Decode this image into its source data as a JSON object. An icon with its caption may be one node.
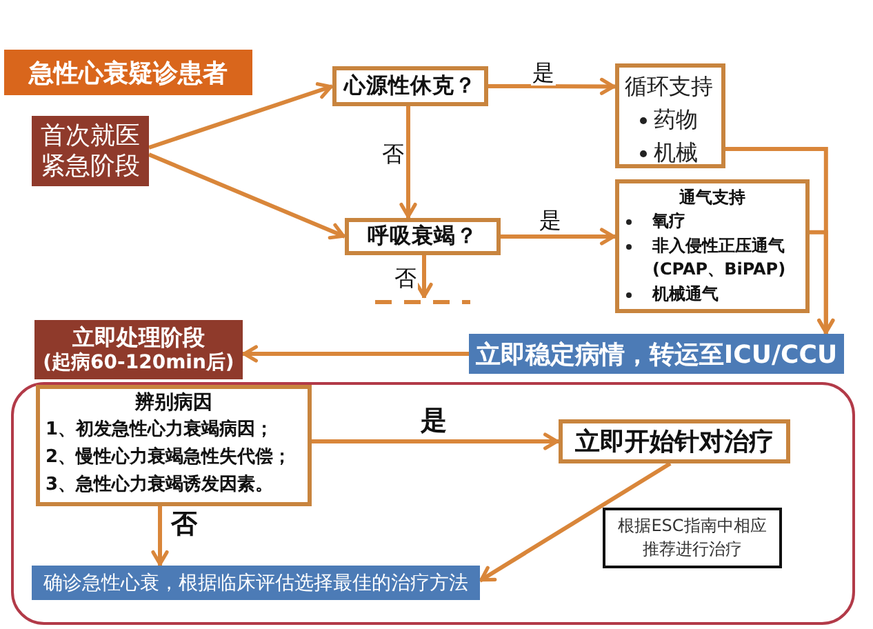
{
  "diagram": {
    "nodes": [
      {
        "text": [
          "急性心衰疑诊患者"
        ]
      },
      {
        "text": [
          "首次就医紧急阶段"
        ]
      },
      {
        "text": [
          "心源性休克？"
        ]
      },
      {
        "text": [
          "循环支持",
          "药物",
          "机械"
        ]
      },
      {
        "text": [
          "呼吸衰竭？"
        ]
      },
      {
        "text": [
          "通气支持",
          "氧疗",
          "非入侵性正压通气(CPAP、BiPAP)",
          "机械通气"
        ]
      },
      {
        "text": [
          "立即稳定病情，转运至ICU/CCU"
        ]
      },
      {
        "text": [
          "立即处理阶段",
          "(起病60-120min后)"
        ]
      },
      {
        "text": [],
        "shape": "box"
      },
      {
        "text": [
          "辨别病因",
          "1、初发急性心力衰竭病因；",
          "2、慢性心力衰竭急性失代偿；",
          "3、急性心力衰竭诱发因素。"
        ],
        "in": 8
      },
      {
        "text": [
          "立即开始针对治疗"
        ],
        "in": 8
      },
      {
        "text": [
          "根据ESC指南中相应推荐进行治疗"
        ],
        "in": 8
      },
      {
        "text": [
          "确诊急性心衰，根据临床评估选择最佳的治疗方法"
        ],
        "in": 8
      }
    ],
    "edges": [
      {
        "from": 1,
        "to": 2,
        "arrow": "to"
      },
      {
        "from": 1,
        "to": 4,
        "arrow": "to"
      },
      {
        "from": 2,
        "to": 3,
        "arrow": "to",
        "label": "是"
      },
      {
        "from": 2,
        "to": 4,
        "arrow": "to",
        "label": "否"
      },
      {
        "from": 4,
        "to": 5,
        "arrow": "to",
        "label": "是"
      },
      {
        "from": 4,
        "to": null,
        "arrow": "to",
        "label": "否"
      },
      {
        "from": 3,
        "to": 6,
        "arrow": "to"
      },
      {
        "from": 5,
        "to": 6,
        "arrow": "to"
      },
      {
        "from": 6,
        "to": 7,
        "arrow": "to"
      },
      {
        "from": 9,
        "to": 10,
        "arrow": "to",
        "label": "是"
      },
      {
        "from": 9,
        "to": 12,
        "arrow": "to",
        "label": "否"
      },
      {
        "from": 10,
        "to": 12,
        "arrow": "to"
      }
    ]
  }
}
